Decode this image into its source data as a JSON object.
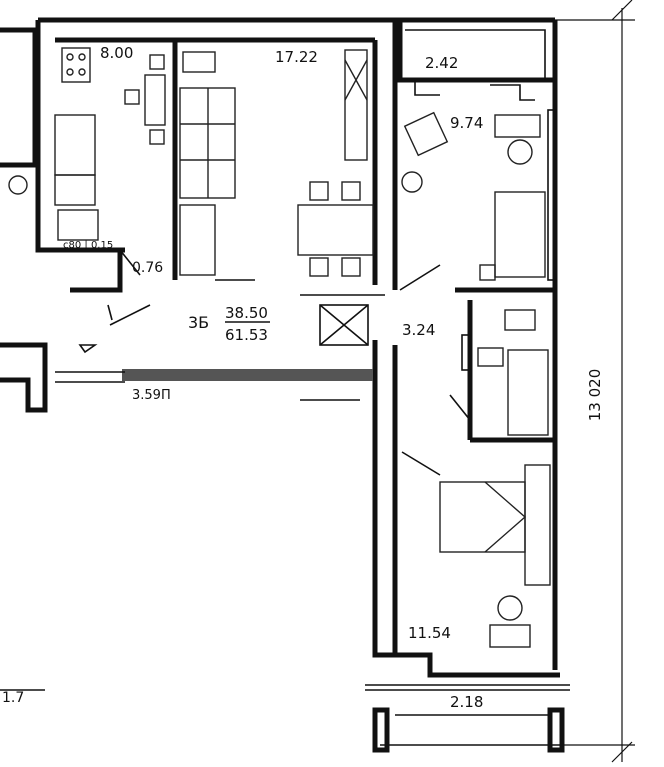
{
  "plan": {
    "apartment_code": "3Б",
    "living_area": "38.50",
    "total_area": "61.53",
    "overall_dimension": "13 020",
    "rooms": {
      "kitchen": "8.00",
      "living_room": "17.22",
      "balcony_top": "2.42",
      "bedroom_small": "9.74",
      "bathroom": "3.24",
      "toilet": "0.76",
      "bedroom_large": "11.54",
      "balcony_bottom": "2.18",
      "stair_label": "3.59П",
      "left_partial": "1.7"
    },
    "kitchen_appliance_label": "с80 | 0.15"
  }
}
